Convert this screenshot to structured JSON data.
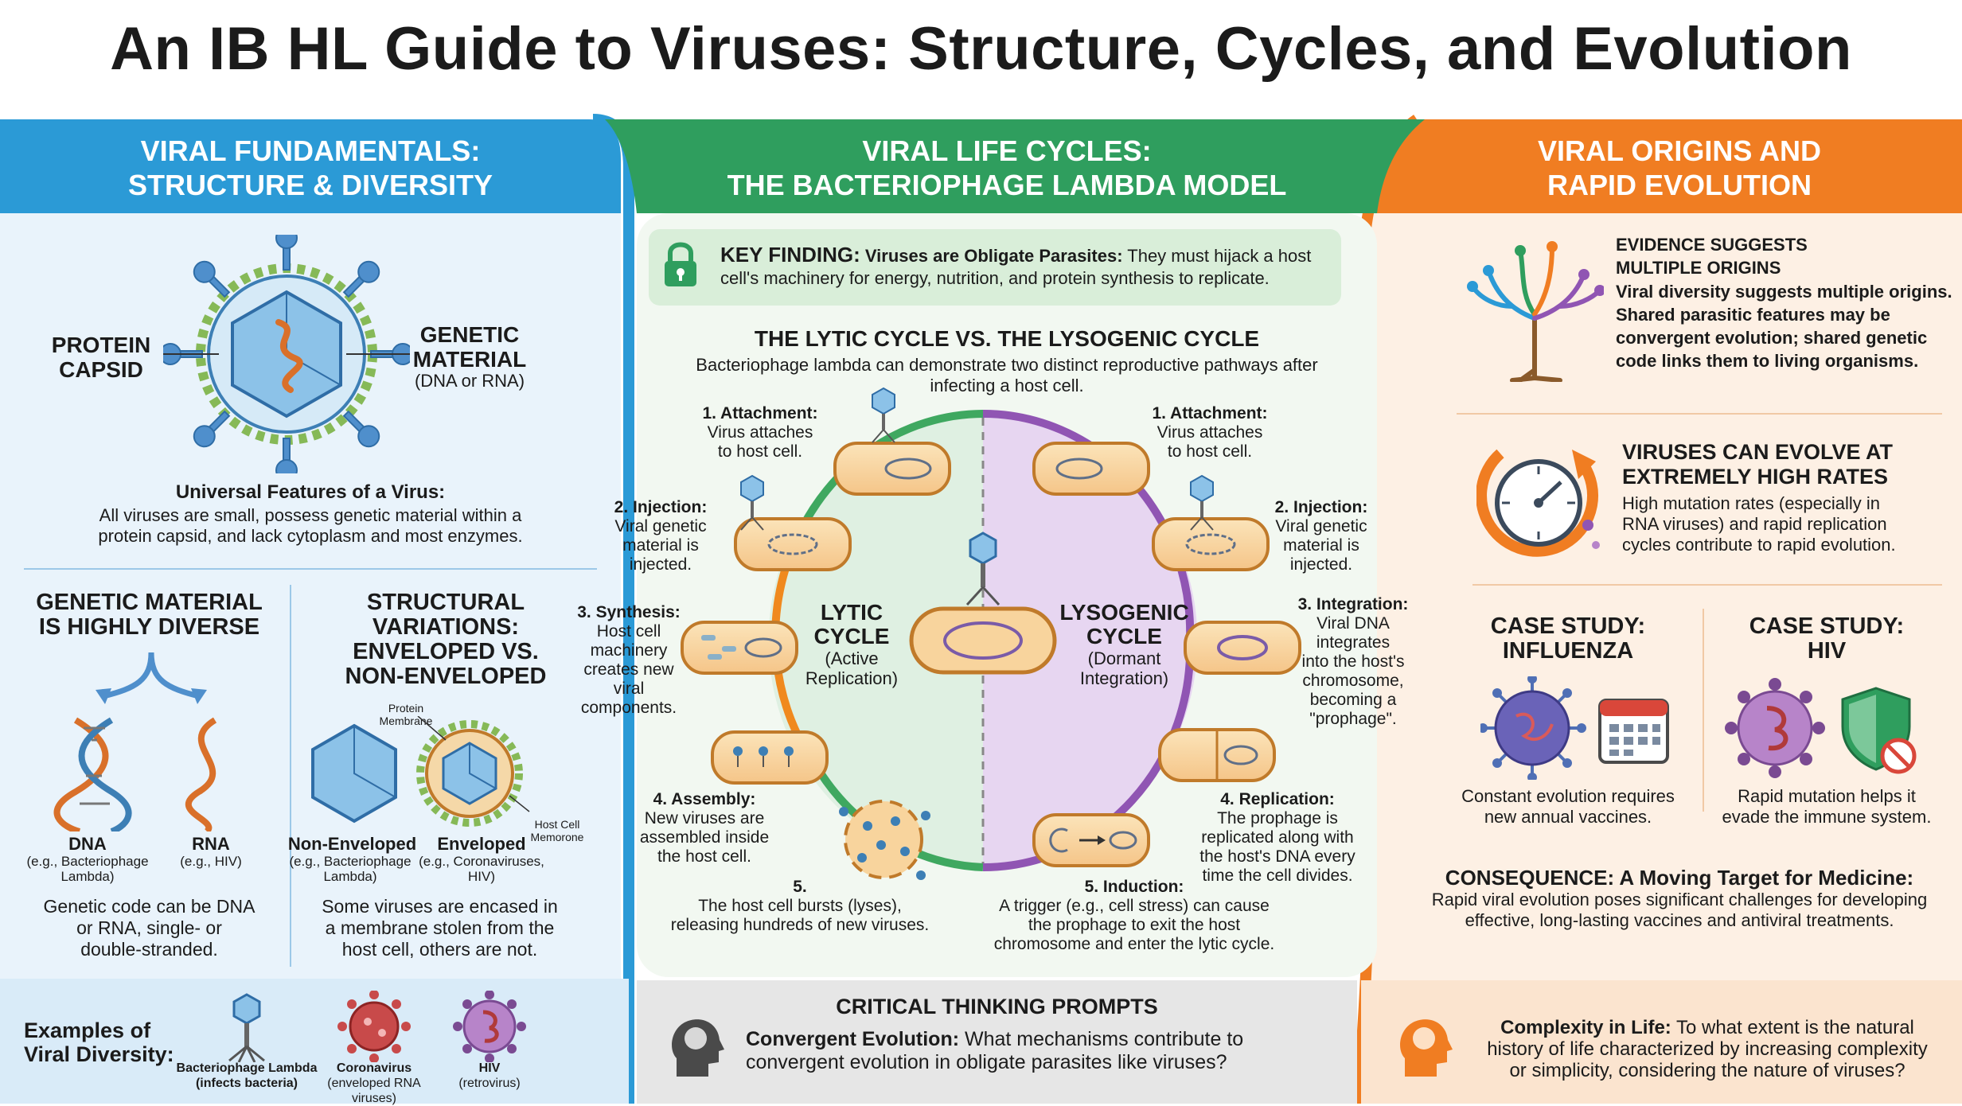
{
  "title": "An IB HL Guide to Viruses: Structure, Cycles, and Evolution",
  "colors": {
    "blue": "#2b9ad6",
    "green": "#2f9e5e",
    "orange": "#f07d22"
  },
  "left": {
    "header": [
      "VIRAL FUNDAMENTALS:",
      "STRUCTURE & DIVERSITY"
    ],
    "capsid_label": [
      "PROTEIN",
      "CAPSID"
    ],
    "genetic_label": [
      "GENETIC",
      "MATERIAL"
    ],
    "genetic_sub": "(DNA or RNA)",
    "universal_title": "Universal Features of a Virus:",
    "universal_text": [
      "All viruses are small, possess genetic material within a",
      "protein capsid, and lack cytoplasm and most enzymes."
    ],
    "genetic_diverse_title": [
      "GENETIC MATERIAL",
      "IS HIGHLY DIVERSE"
    ],
    "dna_label": "DNA",
    "dna_sub": [
      "(e.g., Bacteriophage",
      "Lambda)"
    ],
    "rna_label": "RNA",
    "rna_sub": "(e.g., HIV)",
    "genetic_code_text": [
      "Genetic code can be DNA",
      "or RNA, single- or",
      "double-stranded."
    ],
    "structural_title": [
      "STRUCTURAL",
      "VARIATIONS:",
      "ENVELOPED VS.",
      "NON-ENVELOPED"
    ],
    "protein_membrane": [
      "Protein",
      "Membrane"
    ],
    "host_membrane": [
      "Host Cell",
      "Memorone"
    ],
    "nonenv_label": "Non-Enveloped",
    "nonenv_sub": [
      "(e.g., Bacteriophage",
      "Lambda)"
    ],
    "env_label": "Enveloped",
    "env_sub": [
      "(e.g., Coronaviruses,",
      "HIV)"
    ],
    "structural_text": [
      "Some viruses are encased in",
      "a membrane stolen from the",
      "host cell, others are not."
    ],
    "examples_title": [
      "Examples of",
      "Viral Diversity:"
    ],
    "examples": [
      {
        "name": "Bacteriophage Lambda",
        "sub": "(infects bacteria)"
      },
      {
        "name": "Coronavirus",
        "sub": [
          "(enveloped RNA",
          "viruses)"
        ]
      },
      {
        "name": "HIV",
        "sub": "(retrovirus)"
      }
    ]
  },
  "middle": {
    "header": [
      "VIRAL LIFE CYCLES:",
      "THE BACTERIOPHAGE LAMBDA MODEL"
    ],
    "key_finding_label": "KEY FINDING:",
    "key_finding_bold": "Viruses are Obligate Parasites:",
    "key_finding_text": [
      "They must hijack a host",
      "cell's machinery for energy, nutrition, and protein synthesis to replicate."
    ],
    "cycle_title": "THE LYTIC CYCLE VS. THE LYSOGENIC CYCLE",
    "cycle_intro": [
      "Bacteriophage lambda can demonstrate two distinct reproductive pathways after",
      "infecting a host cell."
    ],
    "lytic_label": [
      "LYTIC",
      "CYCLE"
    ],
    "lytic_sub": [
      "(Active",
      "Replication)"
    ],
    "lyso_label": [
      "LYSOGENIC",
      "CYCLE"
    ],
    "lyso_sub": [
      "(Dormant",
      "Integration)"
    ],
    "lytic_steps": [
      {
        "title": "1. Attachment:",
        "text": [
          "Virus attaches",
          "to host cell."
        ]
      },
      {
        "title": "2. Injection:",
        "text": [
          "Viral genetic",
          "material is",
          "injected."
        ]
      },
      {
        "title": "3. Synthesis:",
        "text": [
          "Host cell",
          "machinery",
          "creates new",
          "viral",
          "components."
        ]
      },
      {
        "title": "4. Assembly:",
        "text": [
          "New viruses are",
          "assembled inside",
          "the host cell."
        ]
      },
      {
        "title": "5.",
        "text": [
          "The host cell bursts (lyses),",
          "releasing hundreds of new viruses."
        ]
      }
    ],
    "lyso_steps": [
      {
        "title": "1. Attachment:",
        "text": [
          "Virus attaches",
          "to host cell."
        ]
      },
      {
        "title": "2. Injection:",
        "text": [
          "Viral genetic",
          "material is",
          "injected."
        ]
      },
      {
        "title": "3. Integration:",
        "text": [
          "Viral DNA",
          "integrates",
          "into the host's",
          "chromosome,",
          "becoming a",
          "\"prophage\"."
        ]
      },
      {
        "title": "4. Replication:",
        "text": [
          "The prophage is",
          "replicated along with",
          "the host's DNA every",
          "time the cell divides."
        ]
      },
      {
        "title": "5. Induction:",
        "text": [
          "A trigger (e.g., cell stress) can cause",
          "the prophage to exit the host",
          "chromosome and enter the lytic cycle."
        ]
      }
    ],
    "prompts_title": "CRITICAL THINKING PROMPTS",
    "prompt_bold": "Convergent Evolution:",
    "prompt_text": [
      "What mechanisms contribute to",
      "convergent evolution in obligate parasites like viruses?"
    ]
  },
  "right": {
    "header": [
      "VIRAL ORIGINS AND",
      "RAPID EVOLUTION"
    ],
    "evidence_title": [
      "EVIDENCE SUGGESTS",
      "MULTIPLE ORIGINS"
    ],
    "evidence_text": [
      "Viral diversity suggests multiple origins.",
      "Shared parasitic features may be",
      "convergent evolution; shared genetic",
      "code links them to living organisms."
    ],
    "evolve_title": [
      "VIRUSES CAN EVOLVE AT",
      "EXTREMELY HIGH RATES"
    ],
    "evolve_text": [
      "High mutation rates (especially in",
      "RNA viruses) and rapid replication",
      "cycles contribute to rapid evolution."
    ],
    "flu_title": [
      "CASE STUDY:",
      "INFLUENZA"
    ],
    "flu_text": [
      "Constant evolution requires",
      "new annual vaccines."
    ],
    "hiv_title": [
      "CASE STUDY:",
      "HIV"
    ],
    "hiv_text": [
      "Rapid mutation helps it",
      "evade the immune system."
    ],
    "consequence_title": "CONSEQUENCE: A Moving Target for Medicine:",
    "consequence_text": [
      "Rapid viral evolution poses significant challenges for developing",
      "effective, long-lasting vaccines and antiviral treatments."
    ],
    "complexity_bold": "Complexity in Life:",
    "complexity_text": [
      "To what extent is the natural",
      "history of life characterized by increasing complexity",
      "or simplicity, considering the nature of viruses?"
    ]
  }
}
